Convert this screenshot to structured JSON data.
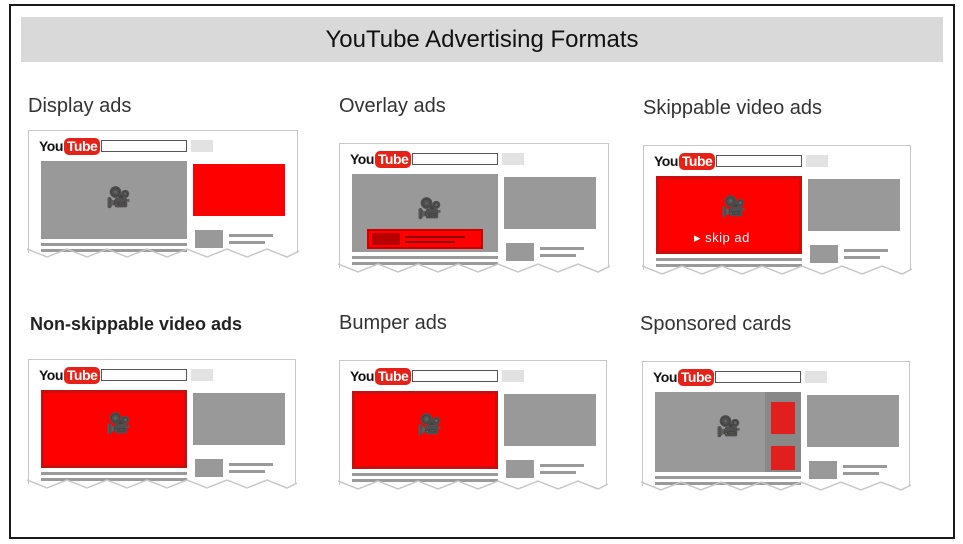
{
  "title": "YouTube Advertising Formats",
  "logo": {
    "you": "You",
    "tube": "Tube"
  },
  "player_icon": "▶",
  "camera_icon": "🎥",
  "colors": {
    "red": "#ff0000",
    "gray": "#999999",
    "title_bg": "#d9d9d9"
  },
  "formats": [
    {
      "label": "Display ads"
    },
    {
      "label": "Overlay ads"
    },
    {
      "label": "Skippable video ads",
      "skip_text": "▸ skip ad"
    },
    {
      "label": "Non-skippable video ads"
    },
    {
      "label": "Bumper ads"
    },
    {
      "label": "Sponsored cards"
    }
  ]
}
